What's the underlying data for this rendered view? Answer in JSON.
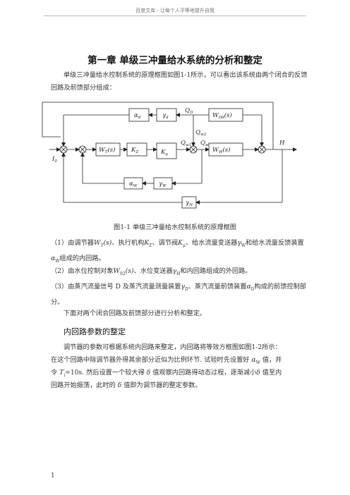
{
  "header": {
    "text": "百度文库 - 让每个人平等地提升自我"
  },
  "title": "第一章  单级三冲量给水系统的分析和整定",
  "intro": "单级三冲量给水控制系统的原理框图如图1-1所示，可以看出该系统由两个闭合的反馈回路及前馈部分组成：",
  "diagram": {
    "blocks": {
      "alpha_d_sym": "α",
      "alpha_d_sub": "d",
      "gamma_d_sym": "γ",
      "gamma_d_sub": "d",
      "wd_sym": "W",
      "wd_sub": "Dd",
      "wd_arg": "(s)",
      "wt_sym": "W",
      "wt_sub": "T",
      "wt_arg": "(s)",
      "kz_sym": "K",
      "kz_sub": "Z",
      "ku_sym": "K",
      "ku_sub": "μ",
      "ww_sym": "W",
      "ww_sub": "W",
      "ww_arg": "(s)",
      "aw_sym": "α",
      "aw_sub": "W",
      "gw_sym": "γ",
      "gw_sub": "W",
      "gh_sym": "γ",
      "gh_sub": "H"
    },
    "signals": {
      "qd_sym": "Q",
      "qd_sub": "D",
      "qw2_sym": "Q",
      "qw2_sub": "w2",
      "qw1_sym": "Q",
      "qw1_sub": "w1",
      "qw_sym": "Q",
      "qw_sub": "w",
      "h": "H",
      "i0_sym": "I",
      "i0_sub": "0"
    }
  },
  "caption": "图1-1    单级三冲量给水控制系统的原理框图",
  "item1_a": "（1）由调节器",
  "item1_wt": "W",
  "item1_wt_sub": "T",
  "item1_wt_arg": "(s)",
  "item1_b": "、执行机构",
  "item1_kz": "K",
  "item1_kz_sub": "Z",
  "item1_c": "、调节阀",
  "item1_ku": "K",
  "item1_ku_sub": "μ",
  "item1_d": "、给水流量变送器",
  "item1_gw": "γ",
  "item1_gw_sub": "W",
  "item1_e": "和给水流量反馈装置",
  "item1_aw": "α",
  "item1_aw_sub": "W",
  "item1_f": "组成的内回路。",
  "item2_a": "（2）由水位控制对象",
  "item2_w": "W",
  "item2_w_sub": "02",
  "item2_w_arg": "(s)",
  "item2_b": "、水位变送器",
  "item2_g": "γ",
  "item2_g_sub": "H",
  "item2_c": "和内回路组成的外回路。",
  "item3_a": "（3）由蒸汽流量信号 D 及蒸汽流量测量装置",
  "item3_g": "γ",
  "item3_g_sub": "D",
  "item3_b": "、蒸汽流量前馈装置",
  "item3_a2": "α",
  "item3_a2_sub": "D",
  "item3_c": "构成的前馈控制部分。",
  "summary": "下面对两个闭合回路及前馈部分进行分析和整定。",
  "section_title": "内回路参数的整定",
  "p1": "调节器的参数可根据系统内回路来整定，内回路将等效方框图如图1-2所示：",
  "p2_a": "在这个回路中除调节器外得其余部分近似为比例环节. 试验时先设置好",
  "p2_sym": "α",
  "p2_sub": "W",
  "p2_b": "值，并",
  "p3_a": "令",
  "p3_ti": "T",
  "p3_ti_sub": "i",
  "p3_b": "=10s. 然后设置一个较大得",
  "p3_d1": "δ",
  "p3_c": "值观察内回路得动态过程，逐渐减小",
  "p3_d2": "δ",
  "p3_e": "值至内",
  "p4_a": "回路开始振荡，此时的",
  "p4_d": "δ",
  "p4_b": "值即为调节器的整定参数。",
  "page_number": "1"
}
